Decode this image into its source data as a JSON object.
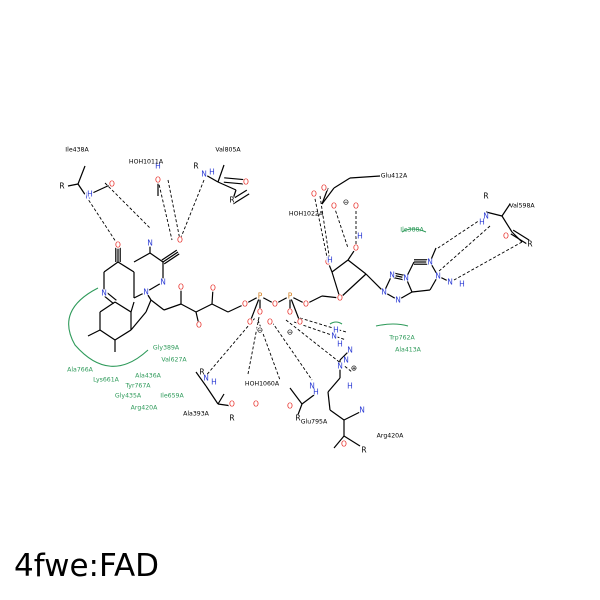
{
  "title": "4fwe:FAD",
  "colors": {
    "bond": "#000000",
    "oxygen": "#e8322c",
    "nitrogen": "#2b3bd4",
    "phosphorus": "#d07a1c",
    "hydrophobic": "#2e9a5a"
  },
  "residues_hbond": [
    "Ile438A",
    "HOH1011A",
    "Val805A",
    "Glu412A",
    "HOH1022A",
    "Val598A",
    "Ala393A",
    "HOH1060A",
    "Glu795A",
    "Arg420A"
  ],
  "residues_hydrophobic": [
    "Ile388A",
    "Ala766A",
    "Lys661A",
    "Gly389A",
    "Val627A",
    "Ala436A",
    "Tyr767A",
    "Gly435A",
    "Arg420A",
    "Ile659A",
    "Trp762A",
    "Ala413A"
  ],
  "atoms": {
    "R": "R",
    "N": "N",
    "H": "H",
    "O": "O",
    "P": "P",
    "minus": "⊖",
    "plus": "⊕"
  }
}
